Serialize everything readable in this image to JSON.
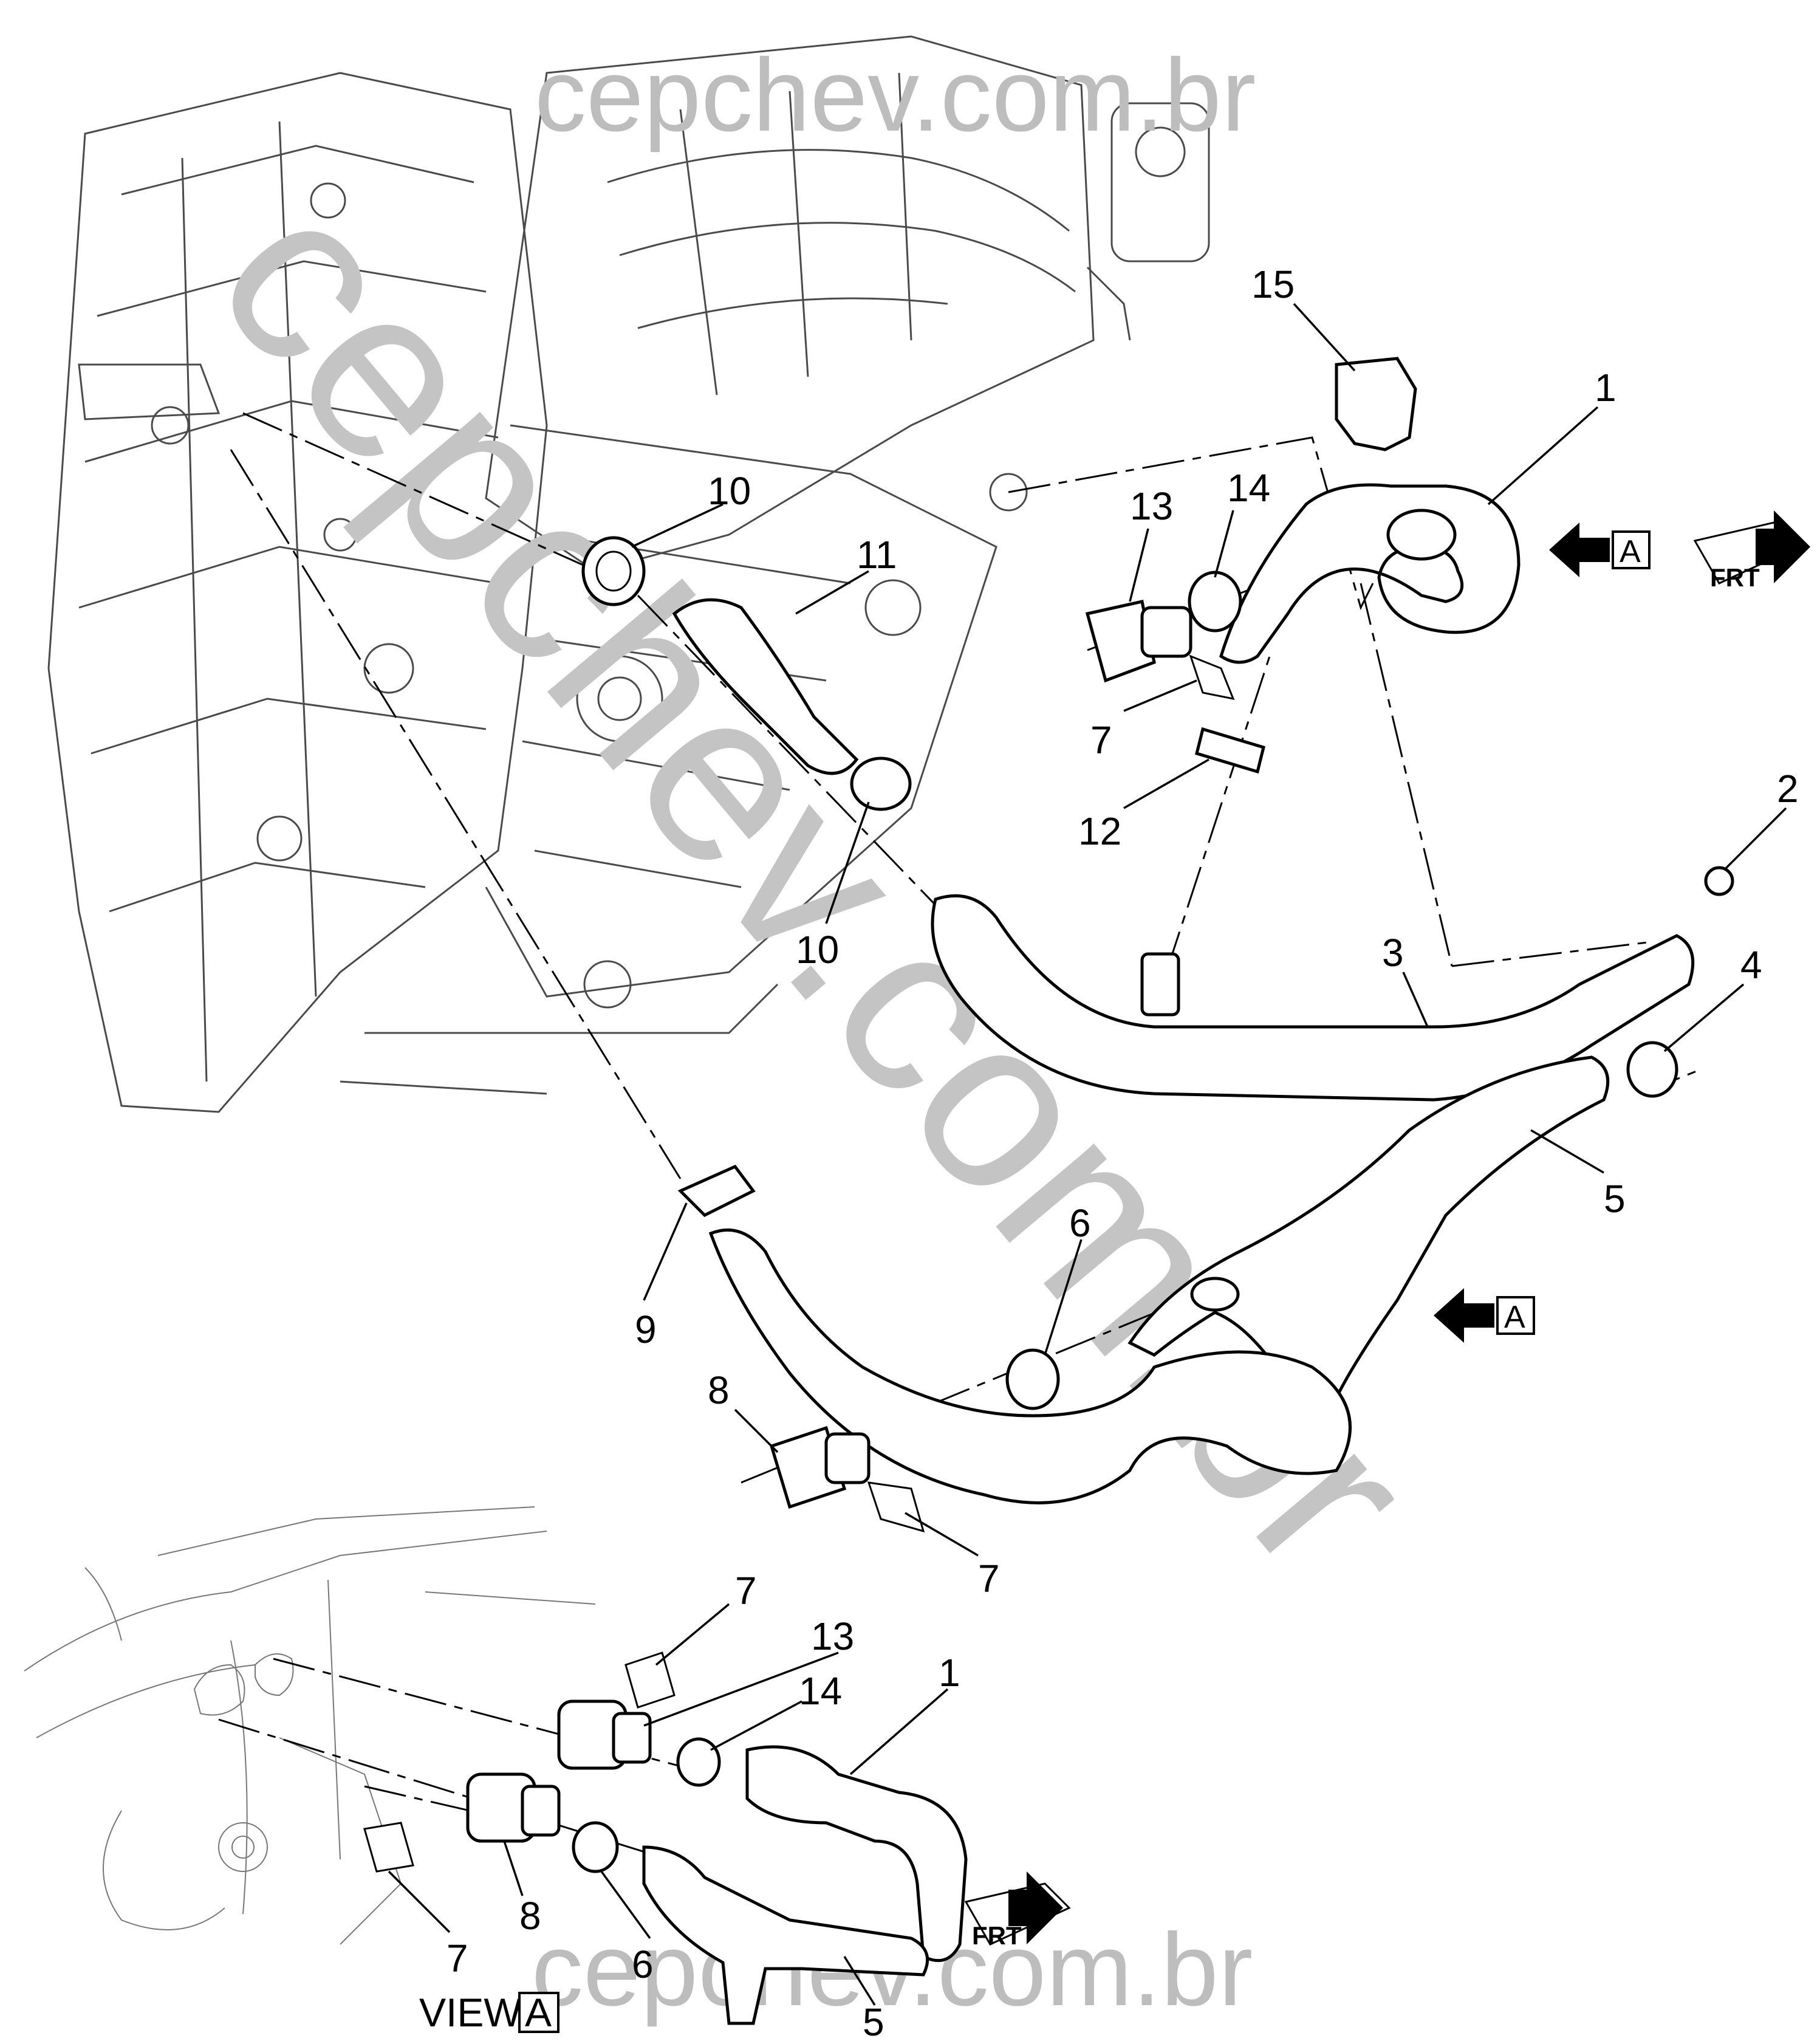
{
  "watermarks": {
    "top": "cepchev.com.br",
    "bottom": "cepchev.com.br",
    "diagonal": "cepchev.com.br"
  },
  "callouts": {
    "c15": "15",
    "c1_top": "1",
    "c10_top": "10",
    "c11": "11",
    "c13_top": "13",
    "c14_top": "14",
    "c7_top": "7",
    "c12": "12",
    "c2": "2",
    "c10_mid": "10",
    "c3": "3",
    "c4": "4",
    "c5_mid": "5",
    "c6_mid": "6",
    "c9": "9",
    "c8_mid": "8",
    "c7_mid": "7",
    "c7_view_top": "7",
    "c13_view": "13",
    "c14_view": "14",
    "c1_view": "1",
    "c8_view": "8",
    "c7_view_bottom": "7",
    "c6_view": "6",
    "c5_view": "5"
  },
  "view_arrows": {
    "label": "A"
  },
  "front_indicator": {
    "label": "FRT"
  },
  "view_caption": {
    "prefix": "VIEW",
    "box": "A"
  },
  "icons": [
    "view-arrow-icon",
    "front-arrow-icon"
  ]
}
